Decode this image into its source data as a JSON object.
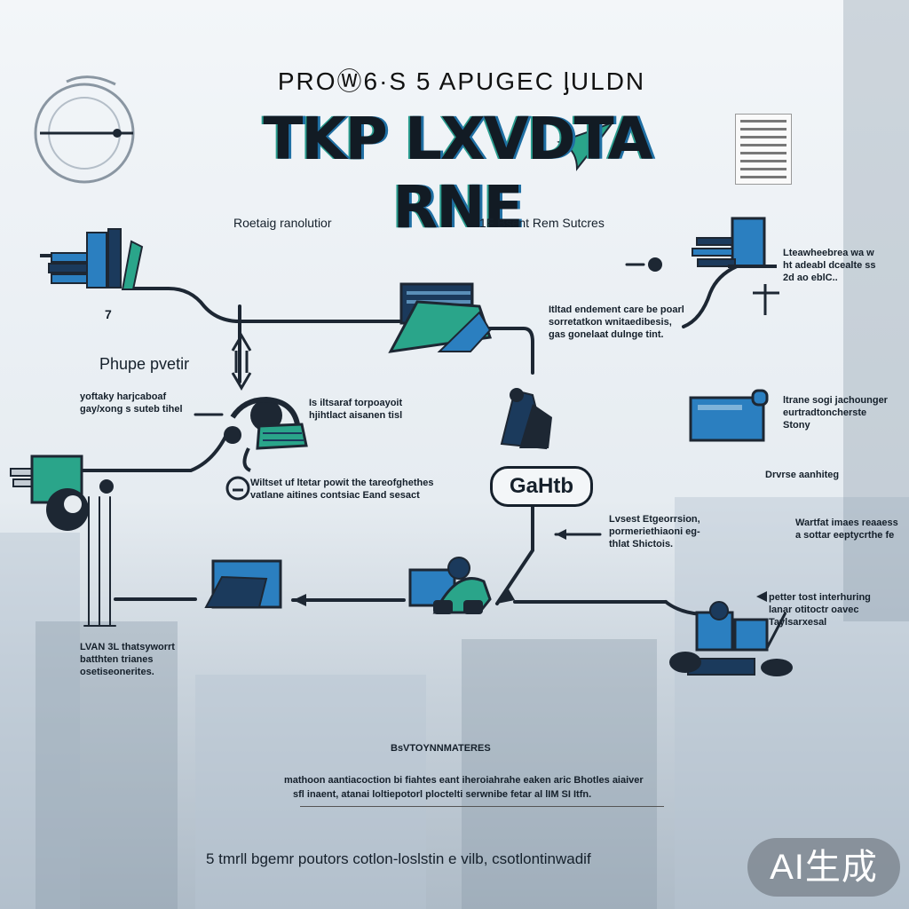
{
  "header": {
    "supertitle": "PROⓌ6·S 5  APUGEC ᶅULDN",
    "title": "TKP LXVDTA RNE"
  },
  "labels": {
    "top_left": "Roetaig ranolutior",
    "top_center": "1F Bsent Rem Sutcres",
    "number_7": "7",
    "left_heading": "Phupe pvetir",
    "left_desc": [
      "yoftaky harjcaboaf",
      "gay/xong s suteb tihel"
    ],
    "center_left_desc": [
      "Is iltsaraf torpoayoit",
      "hjihtlact aisanen tisl"
    ],
    "center_desc": [
      "Wiltset uf ltetar powit the tareofghethes",
      "vatlane aitines contsiac Eand sesact"
    ],
    "upper_mid_desc": [
      "Itltad endement care be poarl",
      "sorretatkon wnitaedibesis,",
      "gas gonelaat dulnge tint."
    ],
    "top_right_desc": [
      "Lteawheebrea wa w",
      "ht adeabl dcealte ss",
      "2d ao eblC.."
    ],
    "right_desc": [
      "ltrane sogi jachounger",
      "eurtradtoncherste",
      "Stony"
    ],
    "right_small": "Drvrse aanhiteg",
    "mid_right_desc": [
      "Lvsest Etgeorrsion,",
      "pormeriethiaoni eg-",
      "thlat Shictois."
    ],
    "far_right_desc": [
      "Wartfat imaes reaaess",
      "a sottar eeptycrthe fe"
    ],
    "bottom_right_desc": [
      "petter tost interhuring",
      "lanar otitoctr oavec",
      "Taylsarxesal"
    ],
    "bottom_left_desc": [
      "LVAN 3L thatsyworrt",
      "batthten trianes",
      "osetiseonerites."
    ],
    "gate": "GaHtb"
  },
  "footer": {
    "heading": "BsVTOYNNMATERES",
    "line1": "mathoon aantiacoction bi fiahtes eant iheroiahrahe eaken aric Bhotles aiaiver",
    "line2": "sfl inaent,  atanai loltiepotorl ploctelti serwnibe fetar al lIM SI Itfn.",
    "tagline": "5 tmrll bgemr poutors cotlon-loslstin e  vilb,  csotlontinwadif"
  },
  "watermark": "AI生成",
  "colors": {
    "navy": "#1b3a5c",
    "blue": "#2b7fc0",
    "teal": "#2aa58a",
    "line": "#1d2733"
  }
}
